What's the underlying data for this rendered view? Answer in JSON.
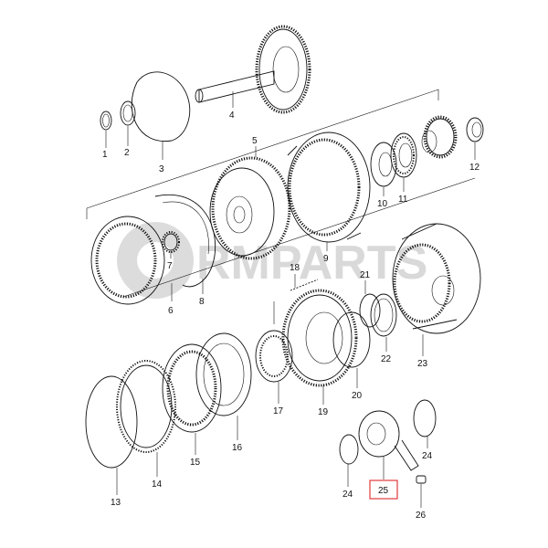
{
  "watermark": {
    "text": "RMPARTS",
    "color": "#d9d9d9"
  },
  "highlight": {
    "label": "25",
    "box_color": "#e23b3b"
  },
  "parts": [
    {
      "id": "p1",
      "label": "1"
    },
    {
      "id": "p2",
      "label": "2"
    },
    {
      "id": "p3",
      "label": "3"
    },
    {
      "id": "p4",
      "label": "4"
    },
    {
      "id": "p5",
      "label": "5"
    },
    {
      "id": "p6",
      "label": "6"
    },
    {
      "id": "p7",
      "label": "7"
    },
    {
      "id": "p8",
      "label": "8"
    },
    {
      "id": "p9",
      "label": "9"
    },
    {
      "id": "p10",
      "label": "10"
    },
    {
      "id": "p11",
      "label": "11"
    },
    {
      "id": "p12",
      "label": "12"
    },
    {
      "id": "p13",
      "label": "13"
    },
    {
      "id": "p14",
      "label": "14"
    },
    {
      "id": "p15",
      "label": "15"
    },
    {
      "id": "p16",
      "label": "16"
    },
    {
      "id": "p17",
      "label": "17"
    },
    {
      "id": "p18",
      "label": "18"
    },
    {
      "id": "p19",
      "label": "19"
    },
    {
      "id": "p20",
      "label": "20"
    },
    {
      "id": "p21",
      "label": "21"
    },
    {
      "id": "p22",
      "label": "22"
    },
    {
      "id": "p23",
      "label": "23"
    },
    {
      "id": "p24a",
      "label": "24"
    },
    {
      "id": "p24b",
      "label": "24"
    },
    {
      "id": "p25",
      "label": "25"
    },
    {
      "id": "p26",
      "label": "26"
    }
  ]
}
